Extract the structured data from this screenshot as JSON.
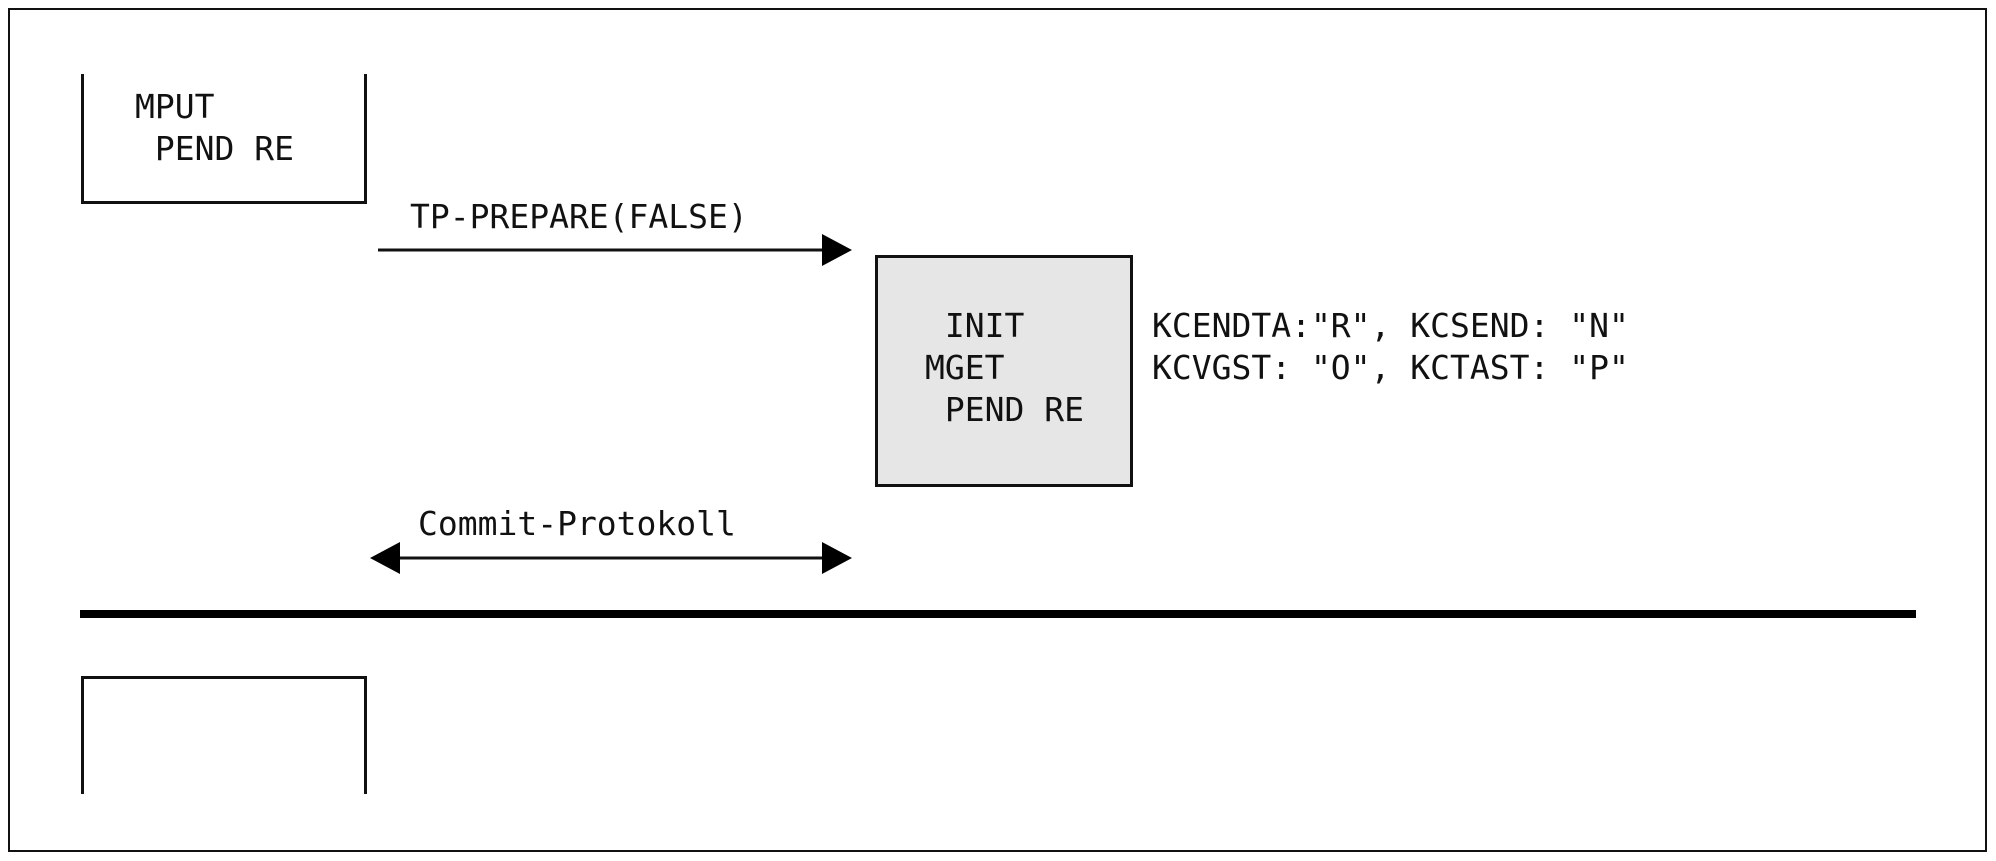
{
  "diagram": {
    "title": "UTM commit protocol sequence diagram",
    "background_color": "#ffffff",
    "line_color": "#111111",
    "gray_fill_color": "#e6e6e6"
  },
  "boxes": {
    "top_left": {
      "name": "mput-pend-box",
      "lines": "MPUT\n PEND RE",
      "style": "open-top"
    },
    "gray_state": {
      "name": "init-mget-pend-box",
      "lines": " INIT\nMGET\n PEND RE",
      "style": "filled-gray",
      "fill": "#e6e6e6"
    },
    "bottom_left": {
      "name": "empty-box",
      "lines": "",
      "style": "open-bottom"
    }
  },
  "annotations": {
    "parameters": "KCENDTA:\"R\", KCSEND: \"N\"\nKCVGST: \"O\", KCTAST: \"P\""
  },
  "arrows": [
    {
      "name": "tp-prepare-arrow",
      "label": "TP-PREPARE(FALSE)",
      "direction": "right",
      "heads": "single"
    },
    {
      "name": "commit-protokoll-arrow",
      "label": "Commit-Protokoll",
      "direction": "both",
      "heads": "double"
    }
  ],
  "separator": {
    "name": "thick-divider-bar",
    "color": "#000000"
  }
}
